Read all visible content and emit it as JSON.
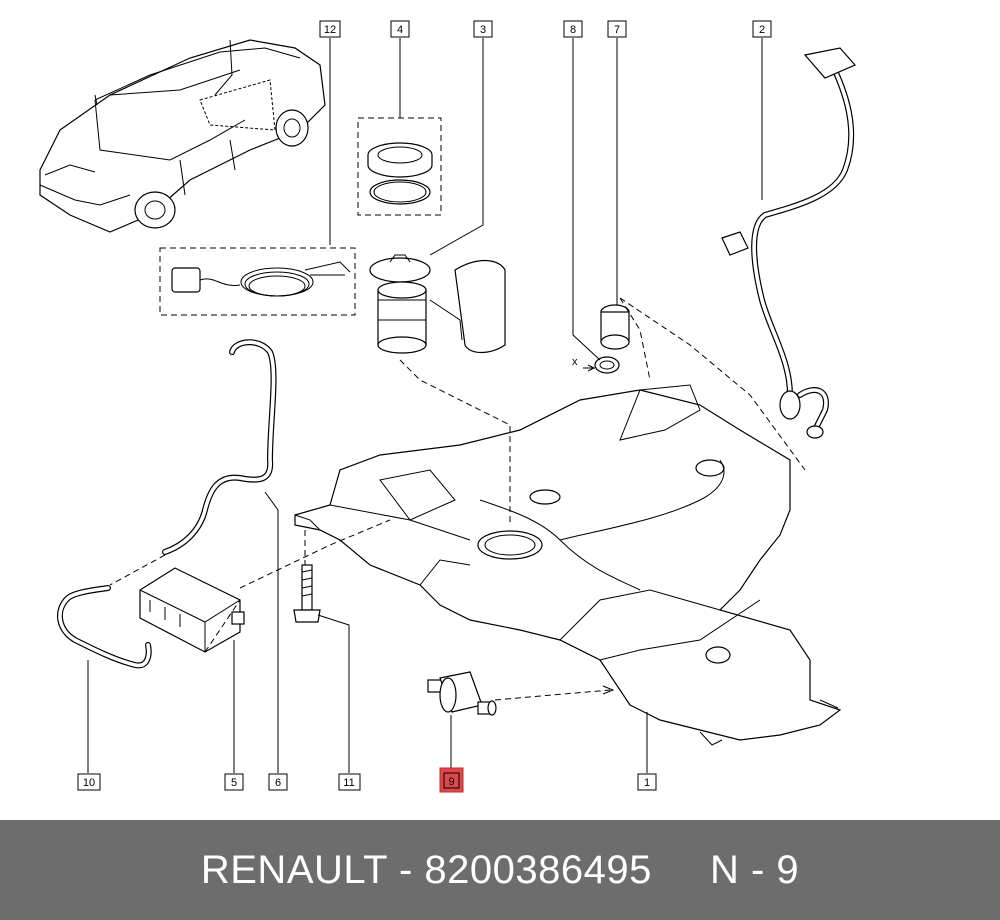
{
  "callouts": {
    "c1": "1",
    "c2": "2",
    "c3": "3",
    "c4": "4",
    "c5": "5",
    "c6": "6",
    "c7": "7",
    "c8": "8",
    "c9": "9",
    "c10": "10",
    "c11": "11",
    "c12": "12",
    "x_mark": "x"
  },
  "highlight_color": "#e0474c",
  "footer": {
    "text": "RENAULT - 8200386495     N - 9"
  }
}
